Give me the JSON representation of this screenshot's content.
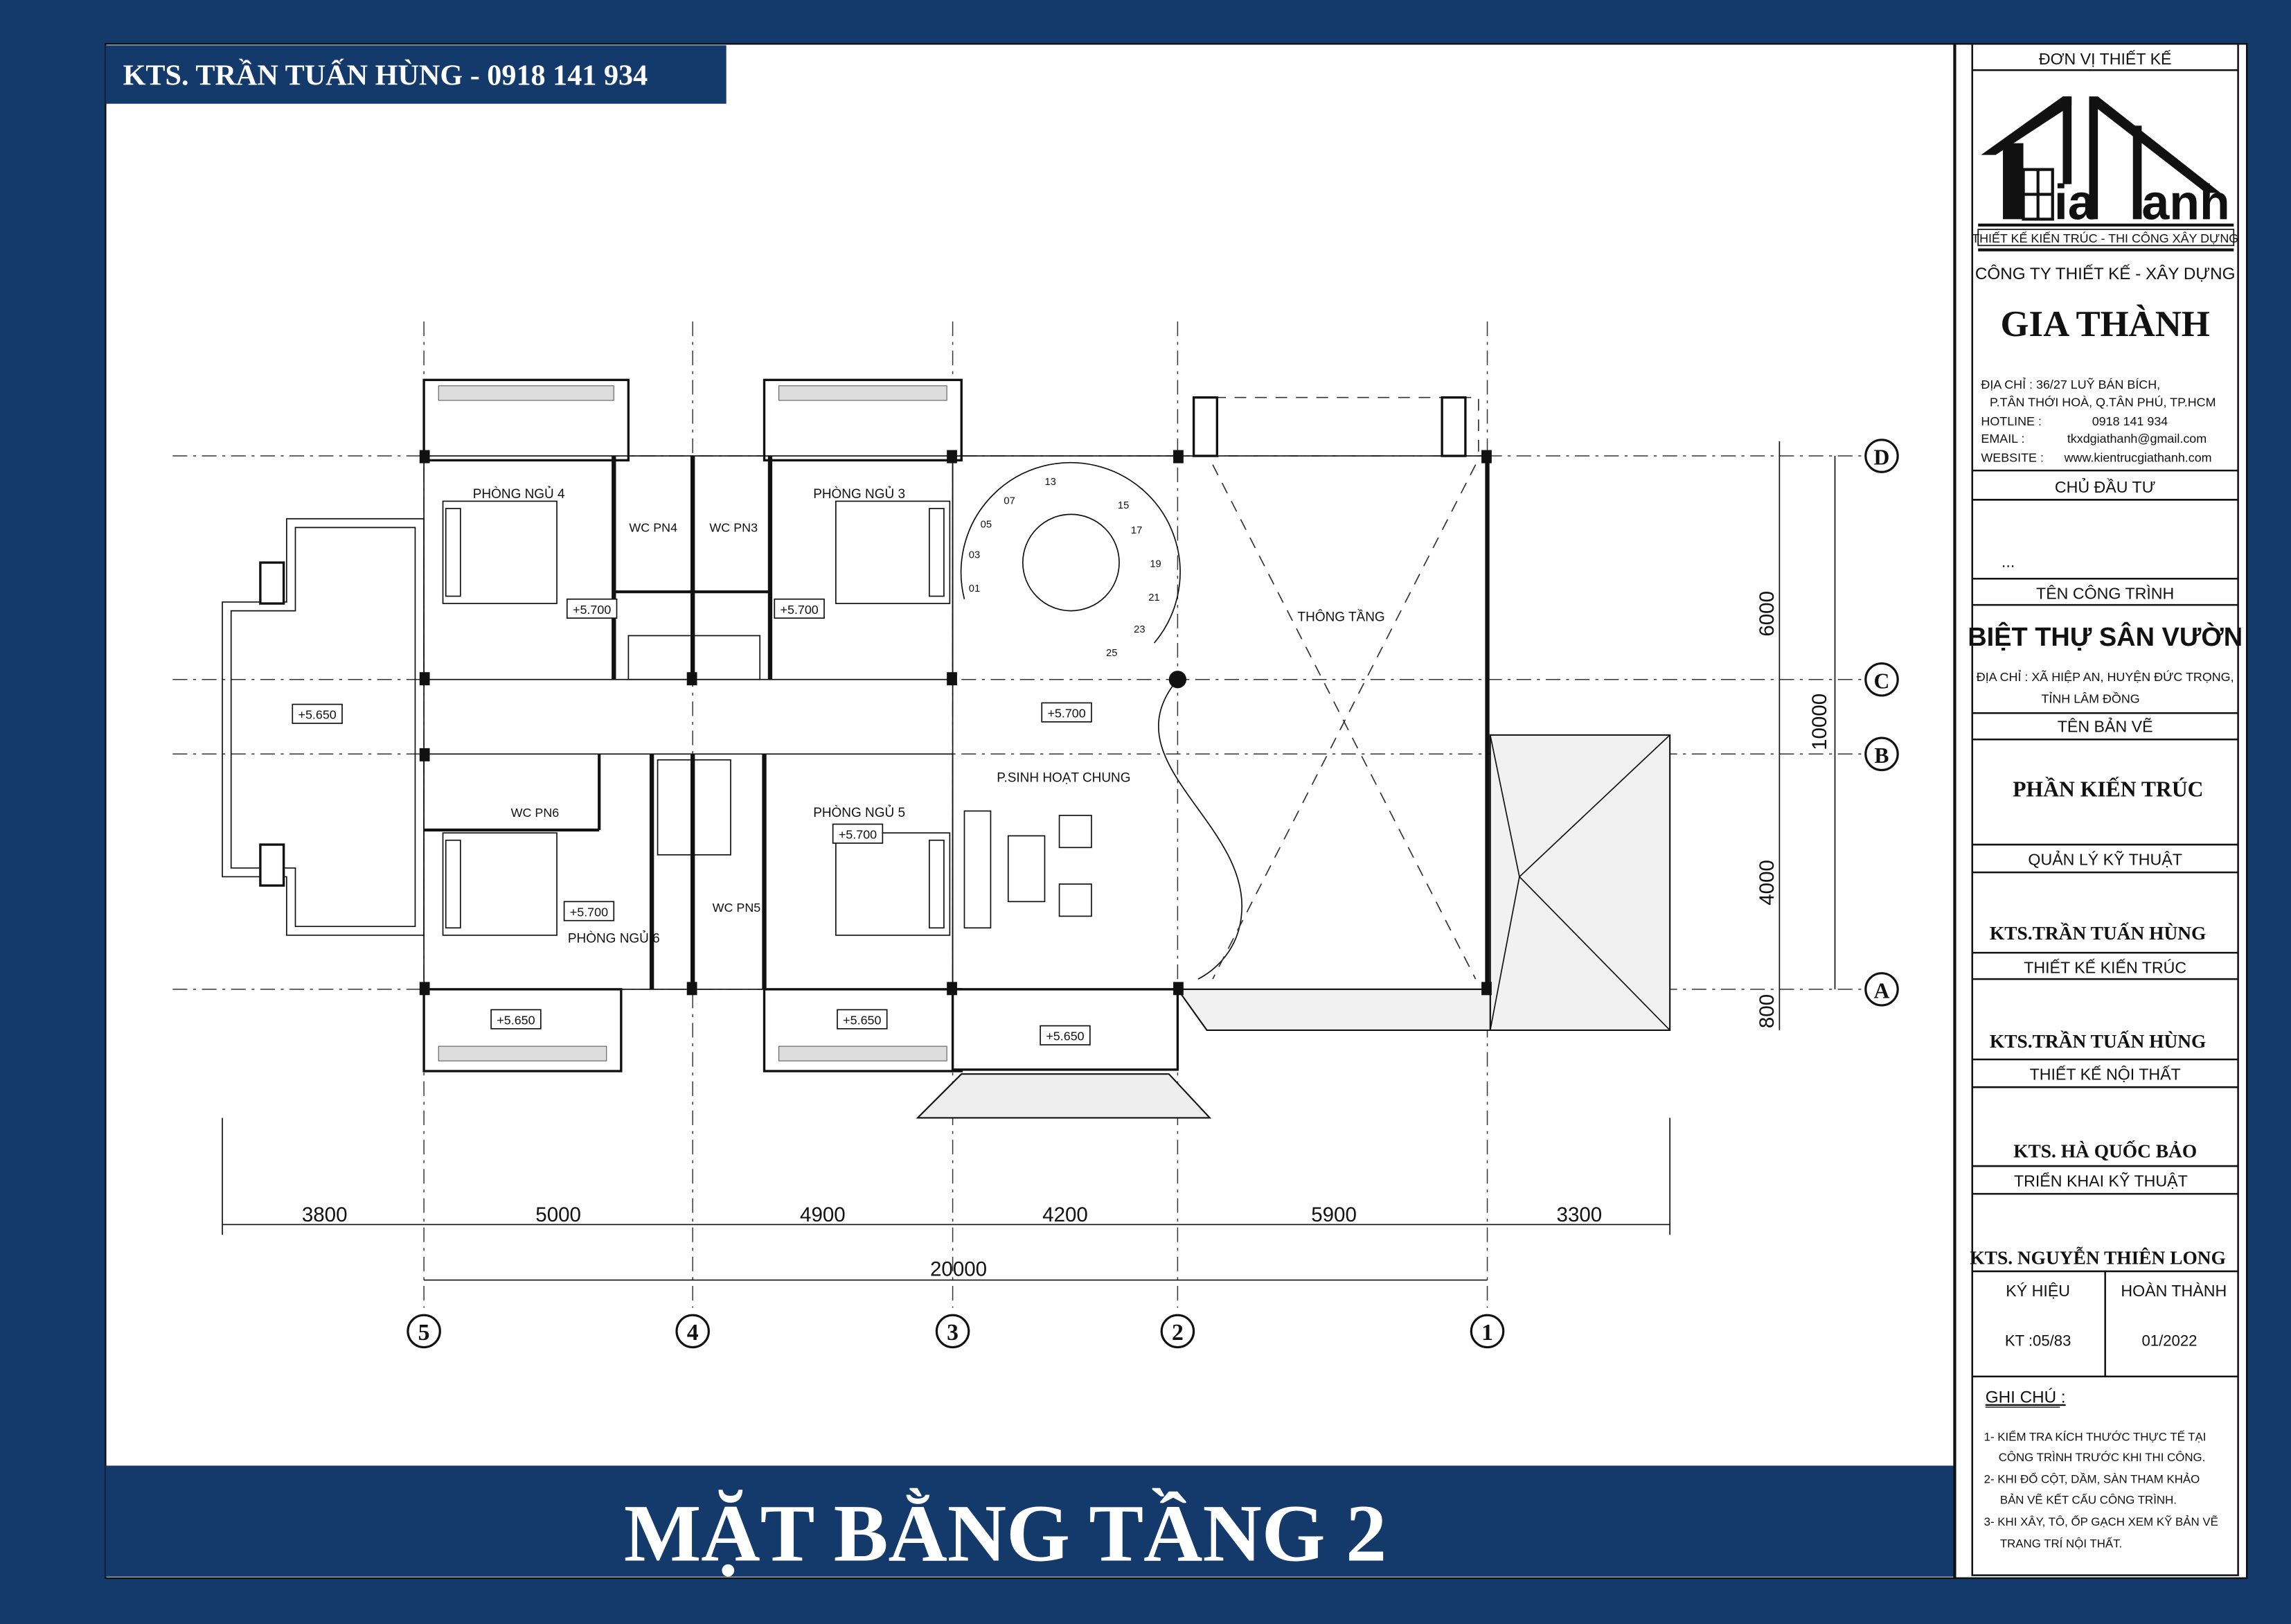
{
  "header": {
    "label": "KTS. TRẦN TUẤN HÙNG - 0918 141 934"
  },
  "footer": {
    "title": "MẶT BẰNG TẦNG 2"
  },
  "colors": {
    "navy": "#143a6c",
    "paper": "#ffffff",
    "ink": "#111111"
  },
  "title_block": {
    "design_unit_label": "ĐƠN VỊ THIẾT KẾ",
    "logo_text": "GiaThành",
    "logo_tagline": "THIẾT KẾ KIẾN TRÚC - THI CÔNG XÂY DỰNG",
    "company_line": "CÔNG TY THIẾT KẾ - XÂY DỰNG",
    "company_name": "GIA THÀNH",
    "address_1": "ĐỊA CHỈ : 36/27 LUỸ BÁN BÍCH,",
    "address_2": "P.TÂN THỚI HOÀ, Q.TÂN PHÚ, TP.HCM",
    "hotline_label": "HOTLINE   :",
    "hotline": "0918 141 934",
    "email_label": "EMAIL      :",
    "email": "tkxdgiathanh@gmail.com",
    "website_label": "WEBSITE  :",
    "website": "www.kientrucgiathanh.com",
    "investor_label": "CHỦ ĐẦU TƯ",
    "investor_value": "...",
    "project_label": "TÊN CÔNG TRÌNH",
    "project_name": "BIỆT THỰ SÂN VƯỜN",
    "project_address_1": "ĐỊA CHỈ : XÃ HIỆP AN, HUYỆN ĐỨC TRỌNG,",
    "project_address_2": "TỈNH LÂM ĐỒNG",
    "drawing_label": "TÊN BẢN VẼ",
    "drawing_name": "PHẦN KIẾN TRÚC",
    "tech_mgmt_label": "QUẢN LÝ KỸ THUẬT",
    "tech_mgmt_name": "KTS.TRẦN TUẤN HÙNG",
    "arch_design_label": "THIẾT KẾ KIẾN TRÚC",
    "arch_design_name": "KTS.TRẦN TUẤN HÙNG",
    "interior_label": "THIẾT KẾ NỘI THẤT",
    "interior_name": "KTS. HÀ QUỐC BẢO",
    "implementation_label": "TRIỂN KHAI KỸ THUẬT",
    "implementation_name": "KTS. NGUYỄN THIÊN LONG",
    "code_label": "KÝ HIỆU",
    "code_value": "KT :05/83",
    "completed_label": "HOÀN THÀNH",
    "completed_value": "01/2022",
    "notes_label": "GHI CHÚ :",
    "notes": [
      "1- KIỂM TRA KÍCH THƯỚC THỰC TẾ TẠI",
      "CÔNG TRÌNH TRƯỚC KHI THI CÔNG.",
      "2- KHI ĐỔ CỘT, DẦM, SÀN THAM KHẢO",
      "BẢN VẼ KẾT CẤU CÔNG TRÌNH.",
      "3- KHI XÂY, TÔ, ỐP GẠCH XEM KỸ BẢN VẼ",
      "TRANG TRÍ NỘI THẤT."
    ]
  },
  "plan": {
    "rooms": {
      "bedroom4": "PHÒNG NGỦ 4",
      "bedroom3": "PHÒNG NGỦ 3",
      "bedroom5": "PHÒNG NGỦ 5",
      "bedroom6": "PHÒNG NGỦ 6",
      "wc4": "WC PN4",
      "wc3": "WC PN3",
      "wc5": "WC PN5",
      "wc6": "WC PN6",
      "living": "P.SINH HOẠT CHUNG",
      "void": "THÔNG TẦNG"
    },
    "levels": {
      "bedroom4": "+5.700",
      "bedroom3": "+5.700",
      "hall": "+5.700",
      "bedroom5": "+5.700",
      "bedroom6": "+5.700",
      "terrace_left": "+5.650",
      "balcony_6": "+5.650",
      "balcony_5": "+5.650",
      "balcony_living": "+5.650"
    },
    "stair_numbers": [
      "01",
      "03",
      "05",
      "07",
      "13",
      "15",
      "17",
      "19",
      "21",
      "23",
      "25"
    ],
    "dims_horizontal": [
      "3800",
      "5000",
      "4900",
      "4200",
      "5900",
      "3300"
    ],
    "dim_total_horizontal": "20000",
    "dims_vertical": [
      "6000",
      "4000",
      "800"
    ],
    "dim_total_vertical": "10000",
    "axes_x": [
      "5",
      "4",
      "3",
      "2",
      "1"
    ],
    "axes_y": [
      "D",
      "C",
      "B",
      "A"
    ]
  }
}
